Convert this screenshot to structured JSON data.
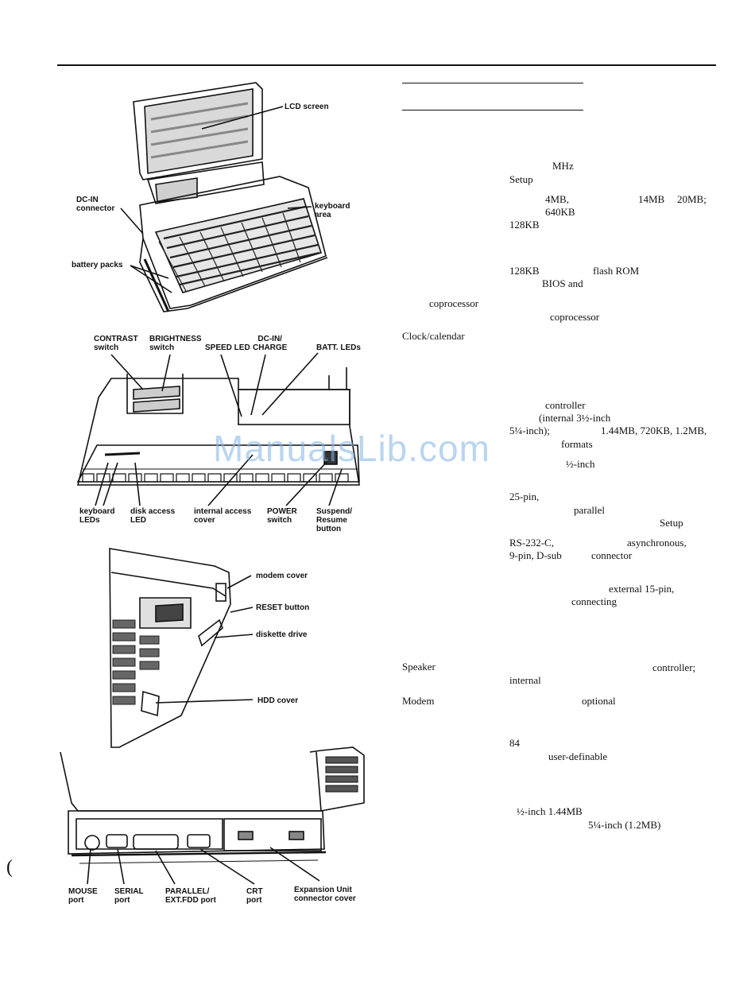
{
  "figure1": {
    "labels": {
      "lcd_screen": "LCD screen",
      "dc_in_connector": "DC-IN\nconnector",
      "keyboard_area": "keyboard\narea",
      "battery_packs": "battery packs"
    }
  },
  "figure2": {
    "labels": {
      "contrast_switch": "CONTRAST\nswitch",
      "brightness_switch": "BRIGHTNESS\nswitch",
      "dc_in_charge": "DC-IN/\nCHARGE",
      "speed_led": "SPEED LED",
      "batt_leds": "BATT. LEDs",
      "keyboard_leds": "keyboard\nLEDs",
      "disk_access_led": "disk access\nLED",
      "internal_access_cover": "internal access\ncover",
      "power_switch": "POWER\nswitch",
      "suspend_resume": "Suspend/\nResume\nbutton"
    }
  },
  "figure3": {
    "labels": {
      "modem_cover": "modem cover",
      "reset_button": "RESET button",
      "diskette_drive": "diskette drive",
      "hdd_cover": "HDD cover"
    }
  },
  "figure4": {
    "labels": {
      "mouse_port": "MOUSE\nport",
      "serial_port": "SERIAL\nport",
      "parallel_port": "PARALLEL/\nEXT.FDD port",
      "crt_port": "CRT\nport",
      "expansion_cover": "Expansion Unit\nconnector cover"
    }
  },
  "specs": {
    "left": {
      "clock": "Clock/calendar",
      "coprocessor": "coprocessor",
      "speaker": "Speaker",
      "modem": "Modem"
    },
    "right": [
      "MHz",
      "Setup",
      "4MB,",
      "14MB",
      "20MB;",
      "640KB",
      "128KB",
      "128KB",
      "flash ROM",
      "BIOS and",
      "coprocessor",
      "controller",
      "(internal 3½-inch",
      "5¼-inch);",
      "1.44MB, 720KB, 1.2MB,",
      "formats",
      "½-inch",
      "25-pin,",
      "parallel",
      "Setup",
      "RS-232-C,",
      "asynchronous,",
      "9-pin, D-sub",
      "connector",
      "external 15-pin,",
      "connecting",
      "controller;",
      "internal",
      "optional",
      "84",
      "user-definable",
      "½-inch 1.44MB",
      "5¼-inch (1.2MB)"
    ]
  },
  "watermark": "ManualsLib.com",
  "margin_mark": "("
}
